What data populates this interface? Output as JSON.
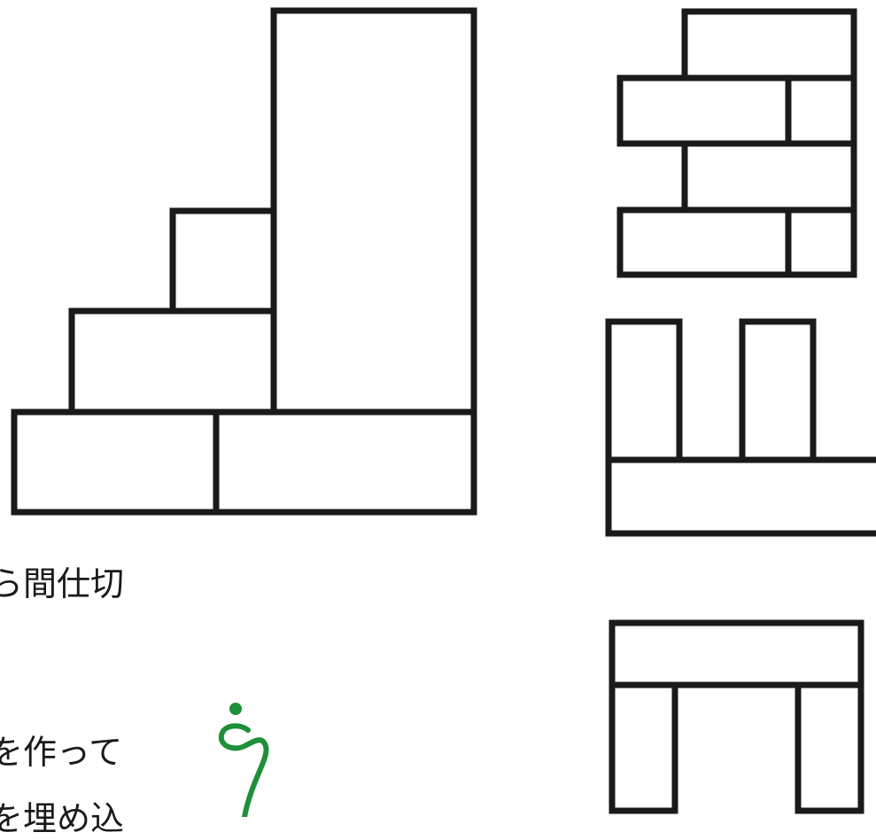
{
  "texts": {
    "line1": "ら間仕切",
    "line2": "を作って",
    "line3": "を埋め込"
  },
  "colors": {
    "stroke": "#1a1a1a",
    "accent_green": "#1e8f3a"
  },
  "icons": {
    "decoration": "green-swirl-icon"
  }
}
